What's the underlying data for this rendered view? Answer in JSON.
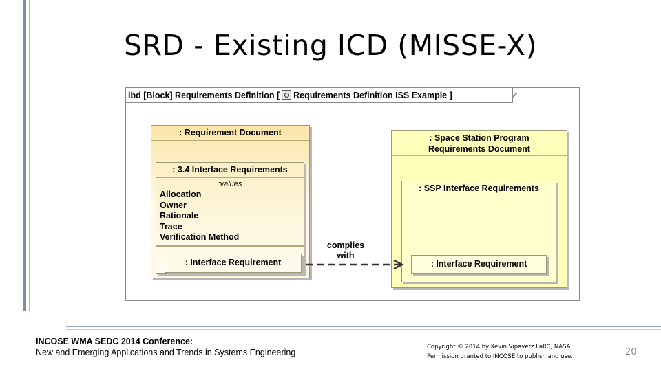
{
  "slide": {
    "title": "SRD - Existing ICD (MISSE-X)",
    "page_number": "20"
  },
  "diagram": {
    "frame_label_prefix": "ibd [Block] Requirements Definition [",
    "frame_label_name": "Requirements Definition ISS Example ]",
    "frame_icon": "block-icon",
    "requirement_document": {
      "title": ": Requirement Document",
      "interface_requirements": {
        "title": ": 3.4 Interface Requirements",
        "values_label": ":values",
        "values": [
          "Allocation",
          "Owner",
          "Rationale",
          "Trace",
          "Verification Method"
        ],
        "part": ": Interface Requirement"
      }
    },
    "ssp_document": {
      "title_line1": ": Space Station Program",
      "title_line2": "Requirements Document",
      "ssp_interface_requirements": {
        "title": ": SSP Interface Requirements",
        "part": ": Interface Requirement"
      }
    },
    "connector": {
      "label_line1": "complies",
      "label_line2": "with"
    }
  },
  "footer": {
    "conference_line1": "INCOSE WMA SEDC 2014 Conference:",
    "conference_line2": "New and Emerging Applications and Trends in Systems Engineering",
    "copyright_line1": "Copyright  © 2014 by  Kevin Vipavetz  LaRC, NASA",
    "copyright_line2": "Permission granted to INCOSE to publish and use."
  },
  "colors": {
    "accent_bar": "#7d8fa3",
    "left_block_fill": "#fbe5a7",
    "right_block_fill": "#ffffbb"
  }
}
